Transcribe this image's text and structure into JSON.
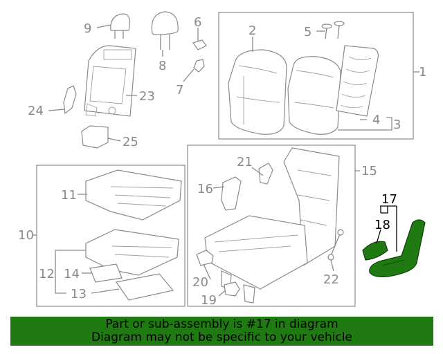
{
  "callouts": {
    "n1": "1",
    "n2": "2",
    "n3": "3",
    "n4": "4",
    "n5": "5",
    "n6": "6",
    "n7": "7",
    "n8": "8",
    "n9": "9",
    "n10": "10",
    "n11": "11",
    "n12": "12",
    "n13": "13",
    "n14": "14",
    "n15": "15",
    "n16": "16",
    "n17": "17",
    "n18": "18",
    "n19": "19",
    "n20": "20",
    "n21": "21",
    "n22": "22",
    "n23": "23",
    "n24": "24",
    "n25": "25"
  },
  "highlight": {
    "part_number": "17",
    "color": "#1f7a12"
  },
  "banner": {
    "line1": "Part or sub-assembly is #17 in diagram",
    "line2": "Diagram may not be specific to your vehicle",
    "background": "#1f7a12"
  }
}
